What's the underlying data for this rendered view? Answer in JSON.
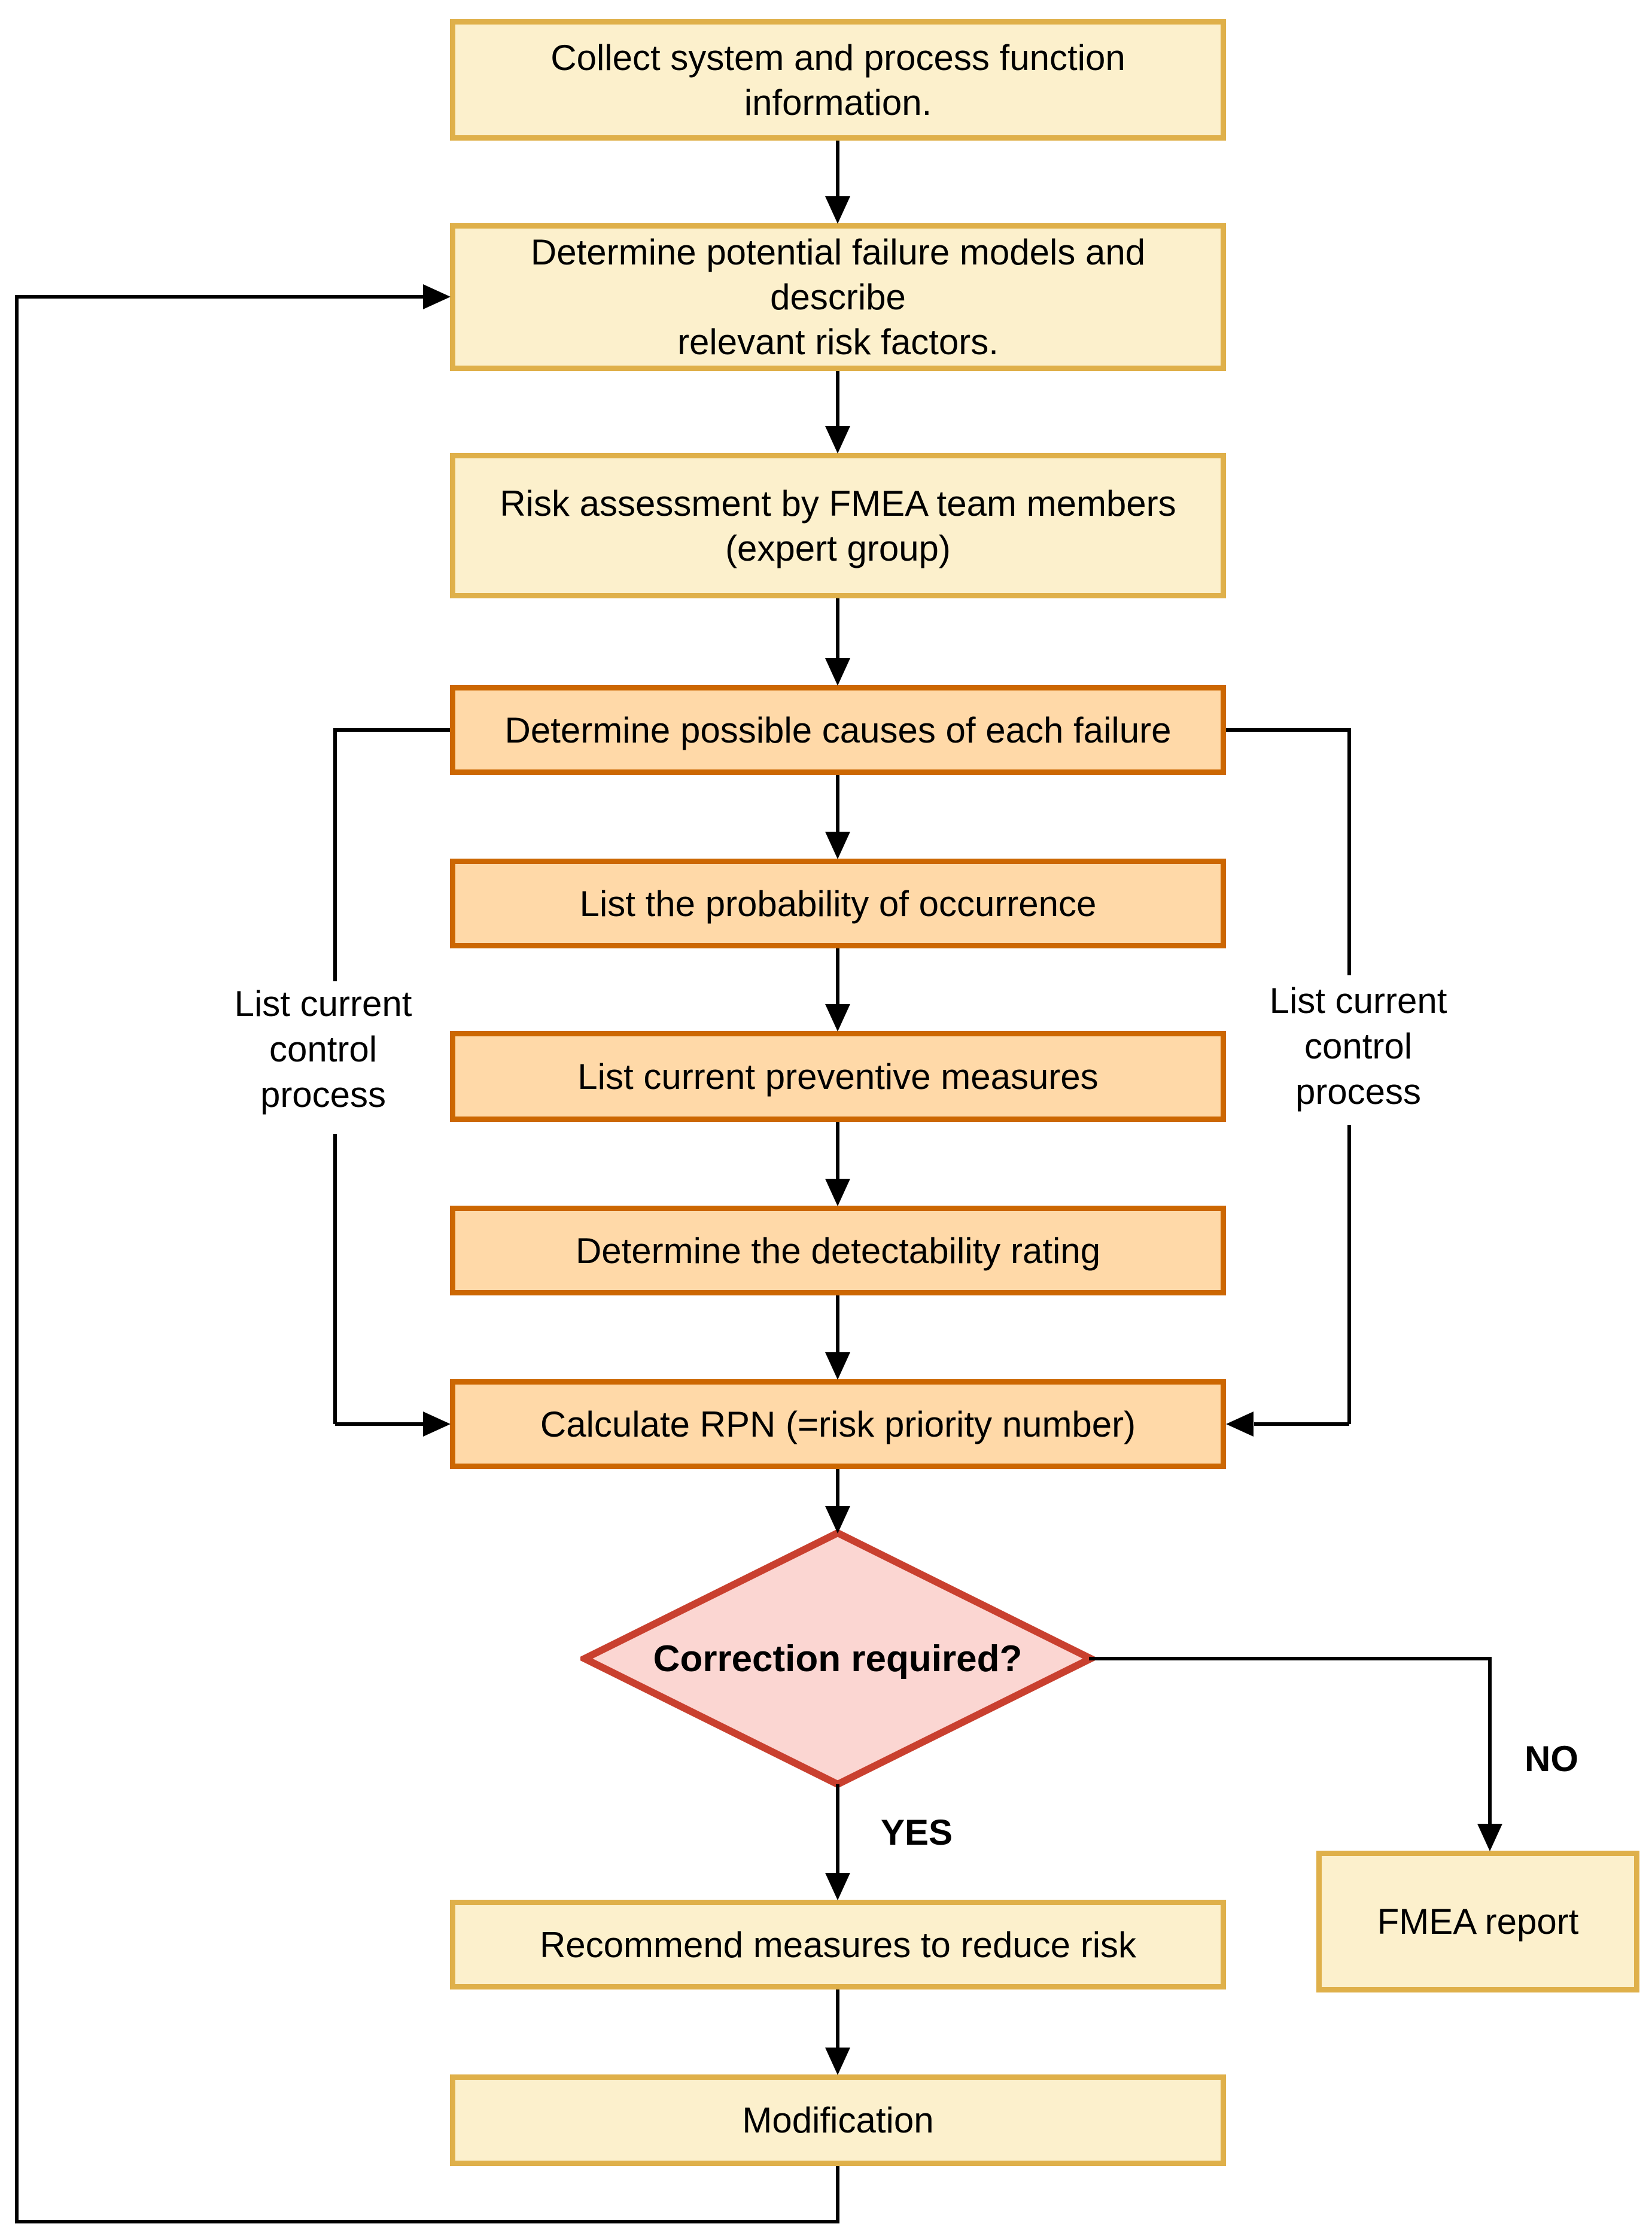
{
  "colors": {
    "yellow_fill": "#FCF0CC",
    "yellow_border": "#DFB04A",
    "orange_fill": "#FFD9A8",
    "orange_border": "#CC6702",
    "decision_fill": "#FBD6D2",
    "decision_border": "#C9402F",
    "connector": "#000000"
  },
  "nodes": {
    "collect_info": {
      "label": "Collect system and process function information."
    },
    "determine_failure_modes": {
      "label": "Determine potential failure models and describe\nrelevant risk factors."
    },
    "risk_assessment": {
      "label": "Risk assessment by FMEA team members\n(expert group)"
    },
    "determine_causes": {
      "label": "Determine possible causes of each failure"
    },
    "probability_occurrence": {
      "label": "List the probability of occurrence"
    },
    "preventive_measures": {
      "label": "List current preventive measures"
    },
    "detectability_rating": {
      "label": "Determine the detectability rating"
    },
    "calculate_rpn": {
      "label": "Calculate RPN (=risk priority number)"
    },
    "correction_required": {
      "label": "Correction required?"
    },
    "recommend_measures": {
      "label": "Recommend measures to reduce risk"
    },
    "modification": {
      "label": "Modification"
    },
    "fmea_report": {
      "label": "FMEA report"
    }
  },
  "edge_labels": {
    "yes": "YES",
    "no": "NO",
    "left_control": "List current\ncontrol\nprocess",
    "right_control": "List current\ncontrol\nprocess"
  }
}
